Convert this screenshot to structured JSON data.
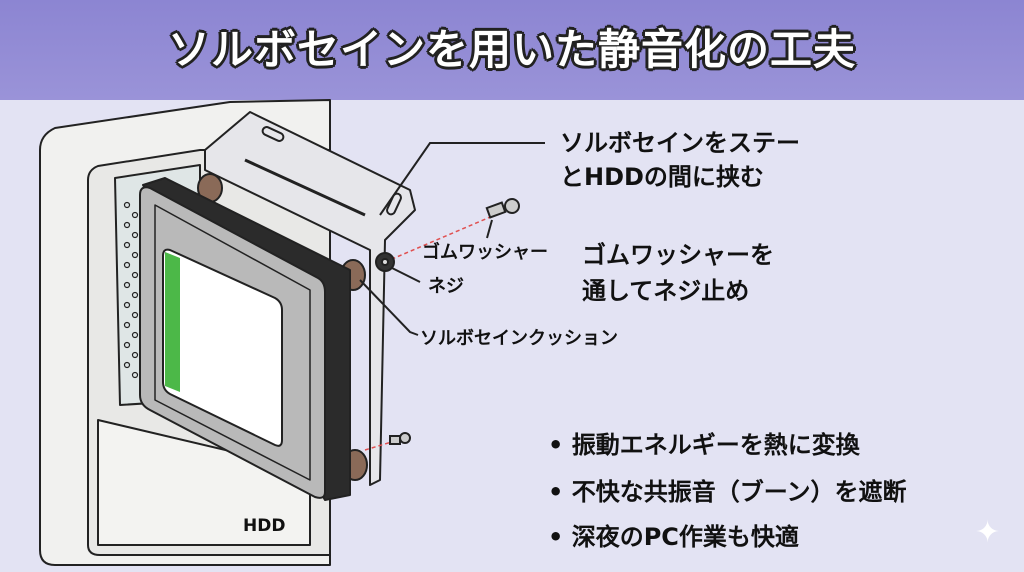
{
  "title": "ソルボセインを用いた静音化の工夫",
  "callouts": {
    "sorbothane_between": [
      "ソルボセインをステー",
      "とHDDの間に挟む"
    ],
    "rubber_washer": "ゴムワッシャー",
    "screw": "ネジ",
    "washer_screw_note": [
      "ゴムワッシャーを",
      "通してネジ止め"
    ],
    "sorbothane_cushion": "ソルボセインクッション",
    "hdd": "HDD"
  },
  "bullets": [
    "• 振動エネルギーを熱に変換",
    "• 不快な共振音（ブーン）を遮断",
    "• 深夜のPC作業も快適"
  ],
  "colors": {
    "banner": "#8f88d3",
    "background": "#e3e3f3",
    "hdd_label_stripe": "#4cb848",
    "cushion": "#8a6a58",
    "guide_line": "#e05050"
  },
  "icons": [
    "sparkle-icon"
  ]
}
